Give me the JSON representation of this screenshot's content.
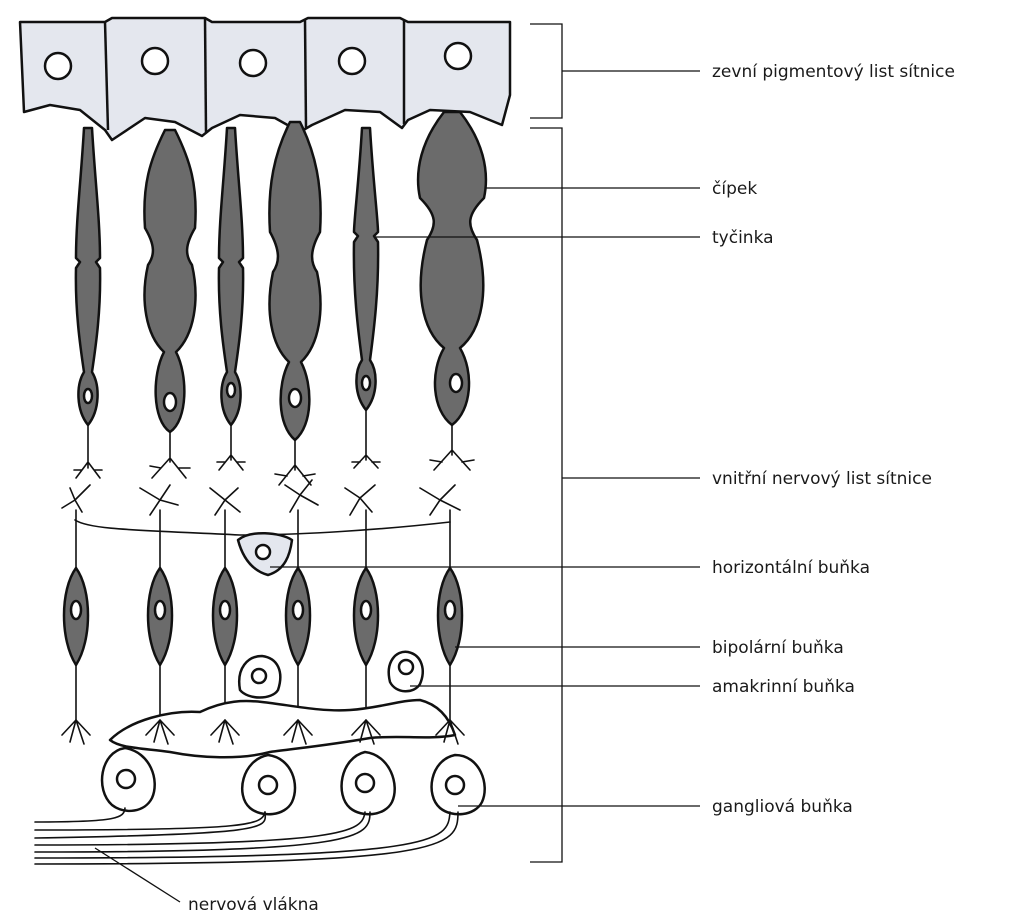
{
  "labels": {
    "pigment_layer": "zevní pigmentový list sítnice",
    "cone": "čípek",
    "rod": "tyčinka",
    "neural_layer": "vnitřní nervový list sítnice",
    "horizontal_cell": "horizontální buňka",
    "bipolar_cell": "bipolární buňka",
    "amacrine_cell": "amakrinní buňka",
    "ganglion_cell": "gangliová buňka",
    "nerve_fibers": "nervová vlákna"
  },
  "colors": {
    "pigment_fill": "#e4e7ee",
    "photoreceptor_fill": "#6b6b6b",
    "bipolar_fill": "#6b6b6b",
    "outline": "#111111",
    "cell_fill": "#ffffff"
  }
}
